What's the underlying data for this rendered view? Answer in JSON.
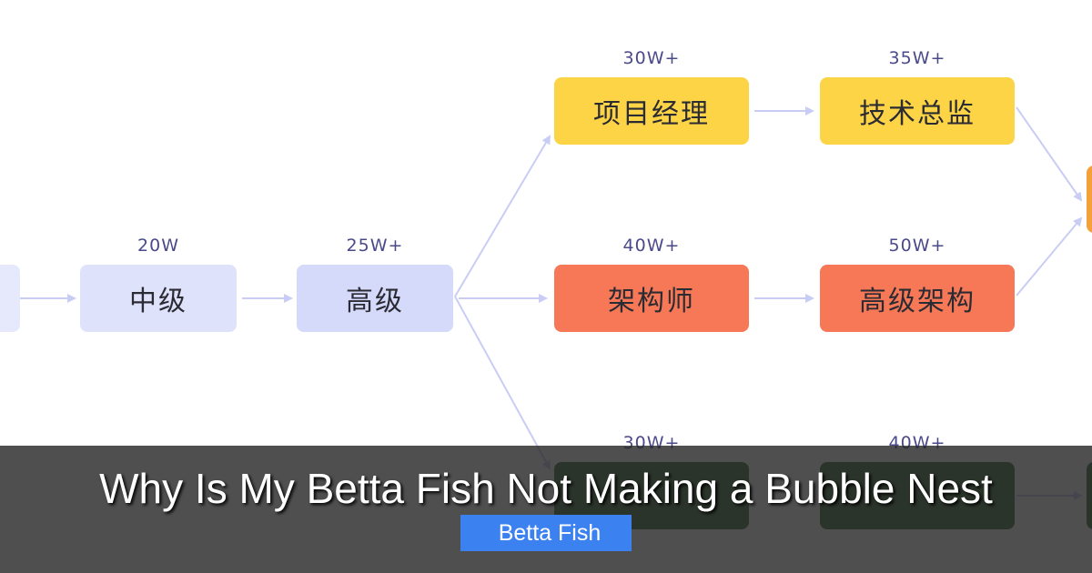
{
  "diagram": {
    "nodes": [
      {
        "id": "partial-left",
        "label": "",
        "salary": "",
        "color": "#e6e8fb"
      },
      {
        "id": "zhongji",
        "label": "中级",
        "salary": "20W",
        "color": "#dfe2fb"
      },
      {
        "id": "gaoji",
        "label": "高级",
        "salary": "25W+",
        "color": "#d5d9fa"
      },
      {
        "id": "xiangmujingli",
        "label": "项目经理",
        "salary": "30W+",
        "color": "#fdd445"
      },
      {
        "id": "jishuzongjian",
        "label": "技术总监",
        "salary": "35W+",
        "color": "#fdd445"
      },
      {
        "id": "jiagoushi",
        "label": "架构师",
        "salary": "40W+",
        "color": "#f67856"
      },
      {
        "id": "gaojijiagou",
        "label": "高级架构",
        "salary": "50W+",
        "color": "#f67856"
      },
      {
        "id": "chanpin-jingli",
        "label": "",
        "salary": "30W+",
        "color": "#3a6a34"
      },
      {
        "id": "chanpin-zongjian",
        "label": "",
        "salary": "40W+",
        "color": "#3a6a34"
      },
      {
        "id": "partial-right-top",
        "label": "",
        "salary": "",
        "color": "#f4a13a"
      },
      {
        "id": "partial-right-bottom",
        "label": "",
        "salary": "",
        "color": "#3a6a34"
      }
    ],
    "edge_color": "#c9cdf5"
  },
  "overlay": {
    "title": "Why Is My Betta Fish Not Making a Bubble Nest",
    "badge_icon": "folder-icon",
    "badge_icon_glyph": "",
    "badge_label": "Betta Fish",
    "badge_color": "#3b82f0"
  }
}
